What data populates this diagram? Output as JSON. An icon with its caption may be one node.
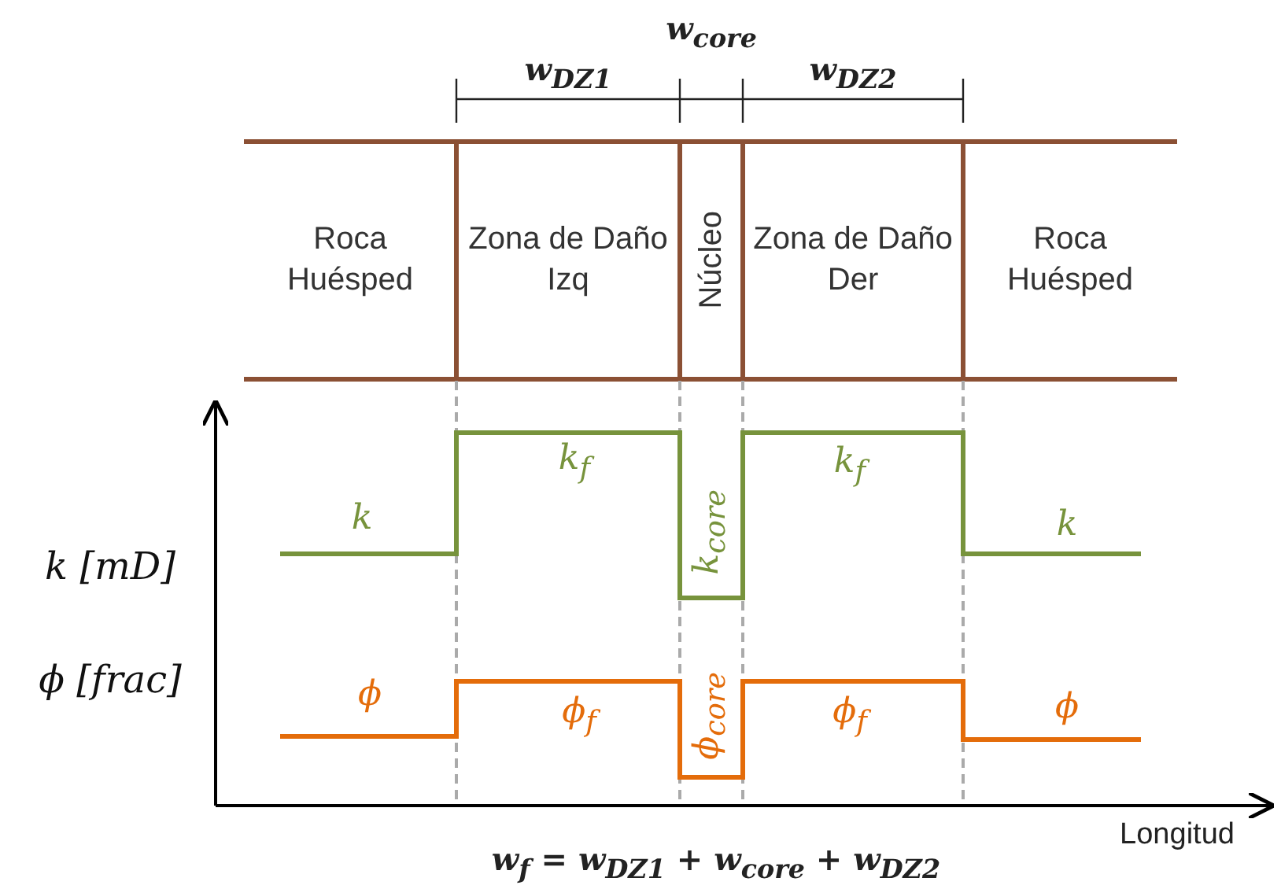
{
  "diagram": {
    "nodes": [
      {
        "text": [
          "Roca Huésped"
        ]
      },
      {
        "text": [
          "Zona de Daño Izq"
        ]
      },
      {
        "text": [
          "Núcleo"
        ]
      },
      {
        "text": [
          "Zona de Daño Der"
        ]
      },
      {
        "text": [
          "Roca Huésped"
        ]
      }
    ],
    "labels": [
      "w$_{core}$",
      "w$_{DZ1}$",
      "w$_{DZ2}$",
      "k$_{f}$",
      "k$_{f}$",
      "k",
      "k$_{core}$",
      "k",
      "k [mD]",
      "ϕ [frac]",
      "ϕ$_{core}$",
      "ϕ",
      "ϕ$_{f}$",
      "ϕ$_{f}$",
      "ϕ",
      "Longitud",
      "w$_{f}$ = w$_{DZ1}$ + w$_{core}$ + w$_{DZ2}$"
    ]
  }
}
